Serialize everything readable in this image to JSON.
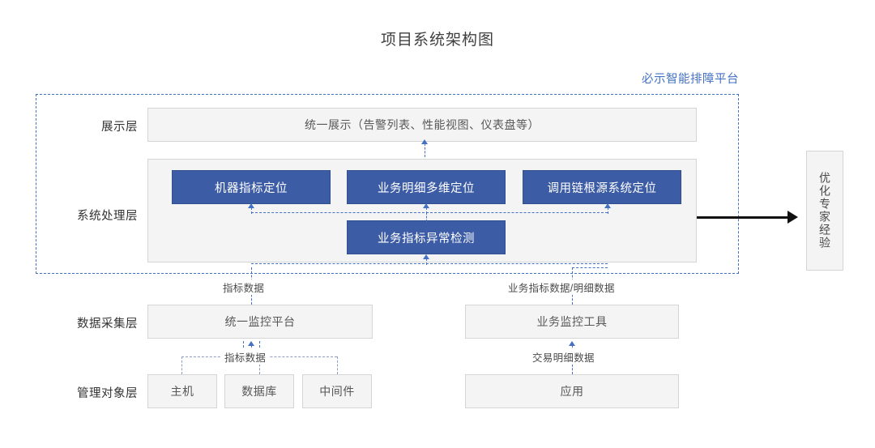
{
  "title": "项目系统架构图",
  "platform": {
    "label": "必示智能排障平台"
  },
  "rows": [
    {
      "key": "presentation",
      "label": "展示层"
    },
    {
      "key": "process",
      "label": "系统处理层"
    },
    {
      "key": "collect",
      "label": "数据采集层"
    },
    {
      "key": "object",
      "label": "管理对象层"
    }
  ],
  "presentation": {
    "unified_display": "统一展示（告警列表、性能视图、仪表盘等）"
  },
  "process": {
    "machine_metric": "机器指标定位",
    "business_detail": "业务明细多维定位",
    "trace_root": "调用链根源系统定位",
    "anomaly_detect": "业务指标异常检测"
  },
  "collect": {
    "unified_monitor": "统一监控平台",
    "business_monitor": "业务监控工具"
  },
  "object": {
    "host": "主机",
    "database": "数据库",
    "middleware": "中间件",
    "application": "应用"
  },
  "expert": {
    "label": "优化专家经验"
  },
  "edges": {
    "metric_data_top": "指标数据",
    "business_metric_detail_data": "业务指标数据/明细数据",
    "metric_data_bottom": "指标数据",
    "transaction_detail_data": "交易明细数据"
  },
  "colors": {
    "accent_blue": "#3d5ca6",
    "platform_blue": "#4471c4",
    "box_grey": "#f4f4f4",
    "border_grey": "#d5d5d5",
    "arrow_black": "#111111"
  }
}
